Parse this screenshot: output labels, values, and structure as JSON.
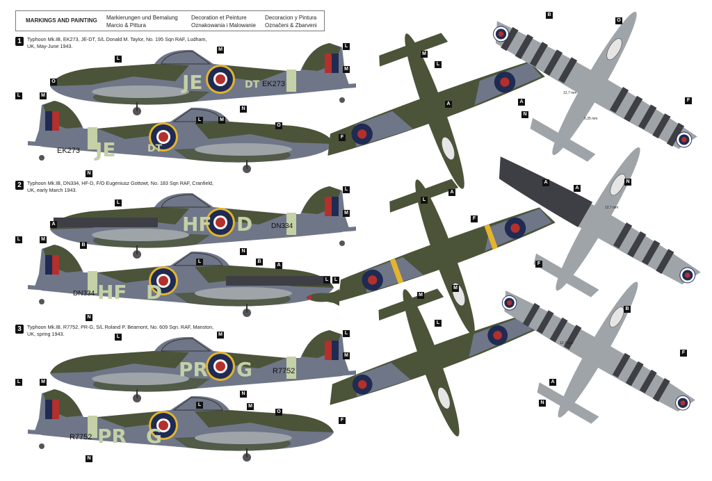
{
  "header": {
    "title": "MARKINGS AND PAINTING",
    "de": "Markierungen und Bemalung",
    "it": "Marcio & Pittura",
    "fr": "Decoration et Peinture",
    "pl": "Oznakowania i Malowanie",
    "es": "Decoracion y Pintura",
    "cz": "Označeni & Zbarveni"
  },
  "colors": {
    "dark_green": "#4b5438",
    "ocean_grey": "#6f7688",
    "sky": "#c5d0a6",
    "underside": "#9fa4a9",
    "roundel_blue": "#1f2b52",
    "roundel_red": "#b3302c",
    "yellow": "#e4b52c",
    "night": "#3d3f44"
  },
  "schemes": [
    {
      "number": "1",
      "caption": "Typhoon Mk.IB, EK273, JE-DT, S/L Donald M. Taylor, No. 195 Sqn RAF, Ludham, UK, May-June 1943.",
      "code_left": "JE",
      "code_right": "DT",
      "serial": "EK273"
    },
    {
      "number": "2",
      "caption": "Typhoon Mk.IB, DN334, HF-D, F/O Eugeniusz Gottowt, No. 183 Sqn RAF, Cranfield, UK, early March 1943.",
      "code_left": "HF",
      "code_right": "D",
      "serial": "DN334"
    },
    {
      "number": "3",
      "caption": "Typhoon Mk.IB, R7752, PR-G, S/L Roland P. Beamont, No. 609 Sqn. RAF, Manston, UK, spring 1943.",
      "code_left": "PR",
      "code_right": "G",
      "serial": "R7752"
    }
  ],
  "callouts": {
    "p1": [
      "L",
      "M",
      "O",
      "N",
      "L",
      "M"
    ],
    "p2": [
      "L",
      "M",
      "L",
      "M",
      "N",
      "O"
    ],
    "p3": [
      "L",
      "A",
      "B",
      "N",
      "L",
      "M"
    ],
    "p4": [
      "L",
      "M",
      "L",
      "B",
      "A",
      "N"
    ],
    "p5": [
      "L",
      "M",
      "N",
      "L",
      "M"
    ],
    "p6": [
      "L",
      "M",
      "L",
      "N",
      "O",
      "M"
    ],
    "plan_top": [
      "M",
      "L",
      "A",
      "F",
      "F",
      "L",
      "M",
      "A",
      "F",
      "M",
      "F",
      "L"
    ],
    "plan_bottom": [
      "B",
      "O",
      "A",
      "N",
      "F",
      "A",
      "N",
      "A",
      "B",
      "A",
      "N",
      "F"
    ]
  },
  "stripe_label_a": "12,7 mm",
  "stripe_label_b": "6,35 mm",
  "bomb_callouts": [
    "L",
    "L"
  ]
}
